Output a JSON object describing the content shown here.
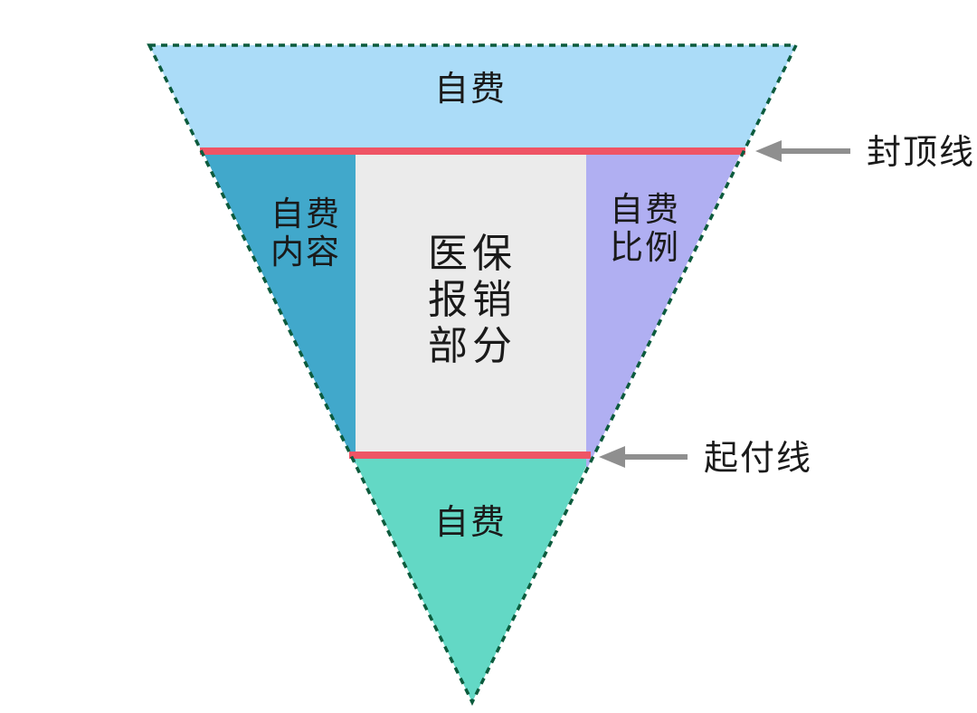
{
  "figure": {
    "top_section_label": "自费",
    "left_section": [
      "自费",
      "内容"
    ],
    "center_section": [
      "医保",
      "报销",
      "部分"
    ],
    "right_section": [
      "自费",
      "比例"
    ],
    "bottom_section_label": "自费",
    "cap_line_label": "封顶线",
    "deductible_line_label": "起付线"
  },
  "colors": {
    "top_section": "#abdcf8",
    "left_section": "#41a8cb",
    "center_section": "#ebebeb",
    "right_section": "#b0aff2",
    "bottom_section": "#63d8c5",
    "red_line": "#ef5465",
    "triangle_border": "#0c5b3d",
    "arrow": "#8f8f8f",
    "text": "#1a1a1a",
    "background": "#ffffff"
  }
}
